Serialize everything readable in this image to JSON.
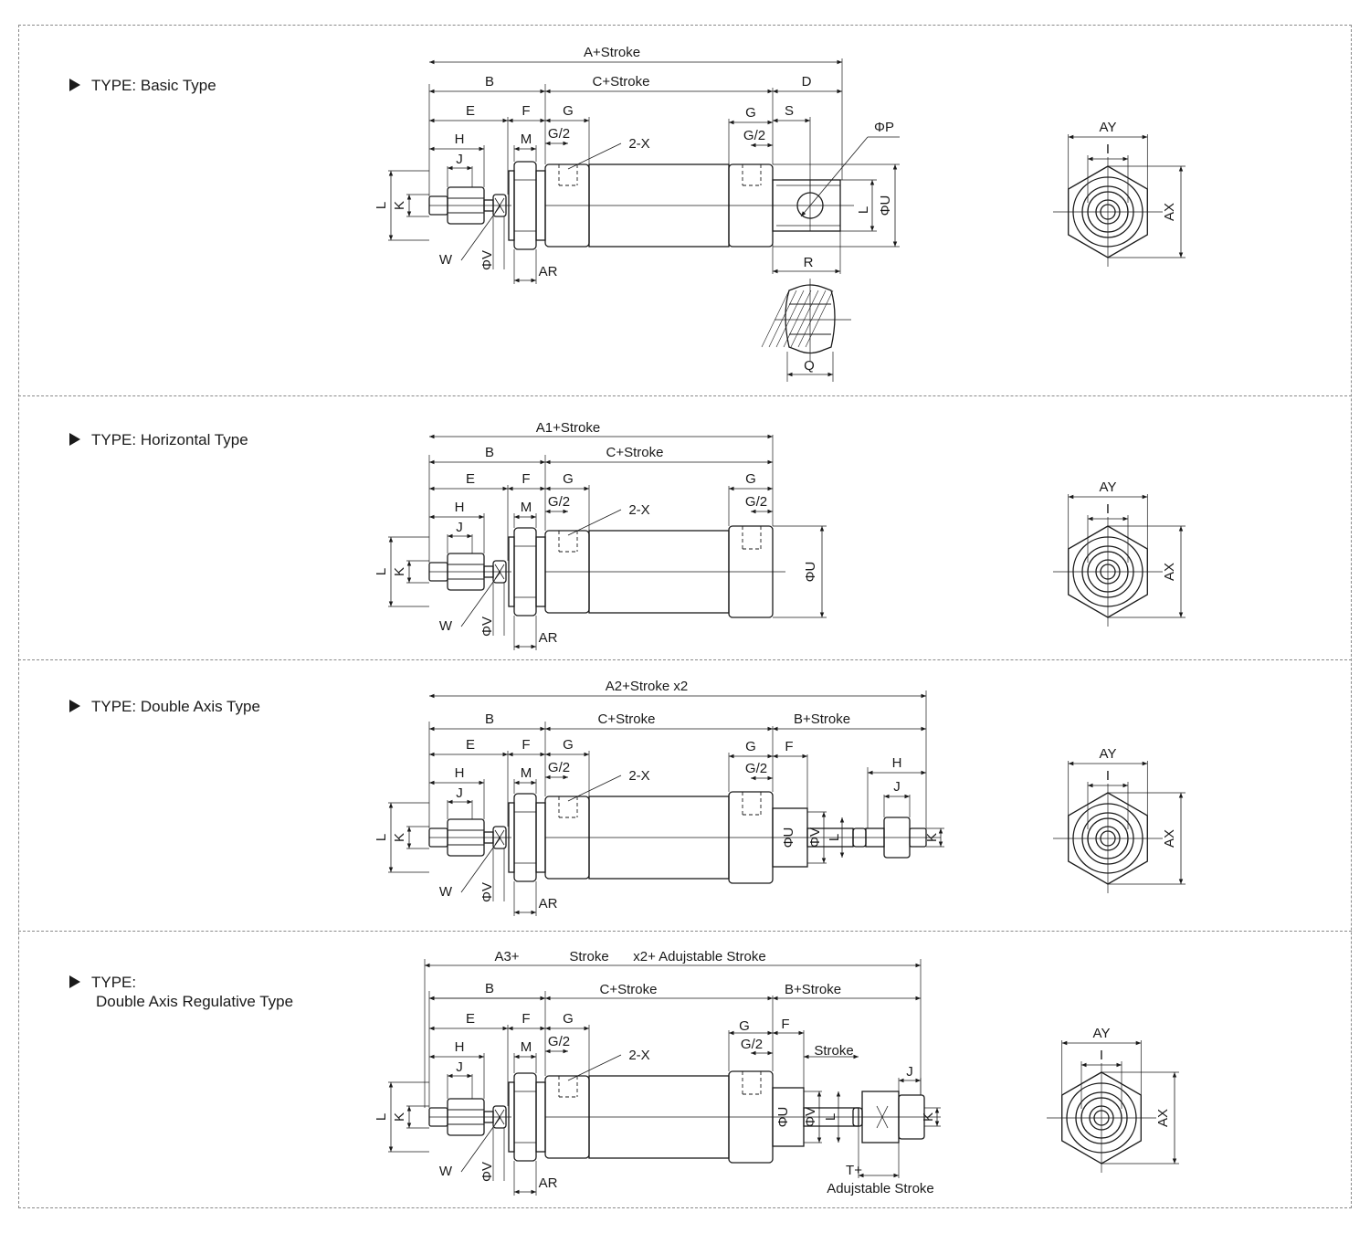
{
  "sections": [
    {
      "type_prefix": "TYPE:",
      "type_name": "Basic Type",
      "dims": {
        "total": "A+Stroke",
        "B": "B",
        "C": "C+Stroke",
        "D": "D",
        "E": "E",
        "F": "F",
        "G1": "G",
        "G2": "G",
        "Gh1": "G/2",
        "Gh2": "G/2",
        "S": "S",
        "H": "H",
        "M": "M",
        "X": "2-X",
        "J": "J",
        "P": "ΦP",
        "L": "L",
        "K": "K",
        "U": "ΦU",
        "L2": "L",
        "W": "W",
        "V": "ΦV",
        "AR": "AR",
        "R": "R",
        "Q": "Q"
      },
      "end": {
        "AY": "AY",
        "I": "I",
        "AX": "AX"
      }
    },
    {
      "type_prefix": "TYPE:",
      "type_name": "Horizontal Type",
      "dims": {
        "total": "A1+Stroke",
        "B": "B",
        "C": "C+Stroke",
        "E": "E",
        "F": "F",
        "G1": "G",
        "G2": "G",
        "Gh1": "G/2",
        "Gh2": "G/2",
        "H": "H",
        "M": "M",
        "X": "2-X",
        "J": "J",
        "L": "L",
        "K": "K",
        "U": "ΦU",
        "W": "W",
        "V": "ΦV",
        "AR": "AR"
      },
      "end": {
        "AY": "AY",
        "I": "I",
        "AX": "AX"
      }
    },
    {
      "type_prefix": "TYPE:",
      "type_name": "Double Axis Type",
      "dims": {
        "total": "A2+Stroke x2",
        "B": "B",
        "C": "C+Stroke",
        "B2": "B+Stroke",
        "E": "E",
        "F": "F",
        "G1": "G",
        "G2": "G",
        "Gh1": "G/2",
        "Gh2": "G/2",
        "F2": "F",
        "H": "H",
        "H2": "H",
        "M": "M",
        "X": "2-X",
        "J": "J",
        "J2": "J",
        "L": "L",
        "K": "K",
        "U": "ΦU",
        "V2": "ΦV",
        "L2": "L",
        "K2": "K",
        "W": "W",
        "V": "ΦV",
        "AR": "AR"
      },
      "end": {
        "AY": "AY",
        "I": "I",
        "AX": "AX"
      }
    },
    {
      "type_prefix": "TYPE:",
      "type_name": "Double Axis Regulative Type",
      "dims": {
        "total_a": "A3+",
        "total_b": "Stroke",
        "total_c": "x2+ Adujstable Stroke",
        "B": "B",
        "C": "C+Stroke",
        "B2": "B+Stroke",
        "E": "E",
        "F": "F",
        "G1": "G",
        "G2": "G",
        "Gh1": "G/2",
        "Gh2": "G/2",
        "F2": "F",
        "Stroke": "Stroke",
        "H": "H",
        "M": "M",
        "X": "2-X",
        "J": "J",
        "J2": "J",
        "L": "L",
        "K": "K",
        "U": "ΦU",
        "V2": "ΦV",
        "L2": "L",
        "K2": "K",
        "W": "W",
        "V": "ΦV",
        "AR": "AR",
        "T1": "T+",
        "T2": "Adujstable Stroke"
      },
      "end": {
        "AY": "AY",
        "I": "I",
        "AX": "AX"
      }
    }
  ]
}
